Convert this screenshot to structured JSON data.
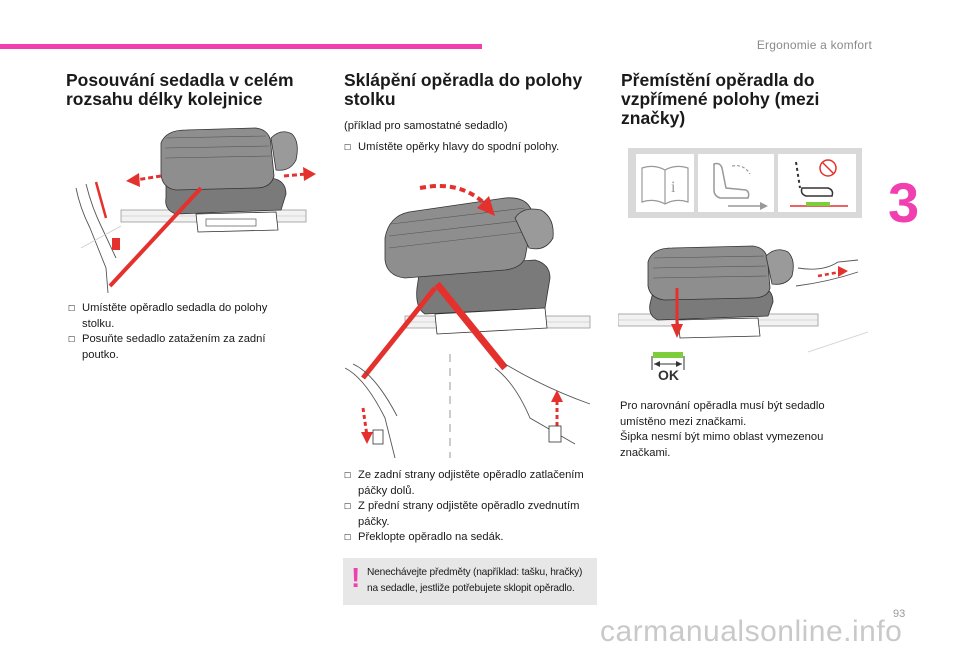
{
  "header": {
    "section": "Ergonomie a komfort",
    "chapter": "3",
    "page_number": "93"
  },
  "watermark": "carmanualsonline.info",
  "col1": {
    "title": "Posouvání sedadla v celém rozsahu délky kolejnice",
    "bullets": [
      "Umístěte opěradlo sedadla do polohy stolku.",
      "Posuňte sedadlo zatažením za zadní poutko."
    ]
  },
  "col2": {
    "title": "Sklápění opěradla do polohy stolku",
    "note": "(příklad pro samostatné sedadlo)",
    "step1": "Umístěte opěrky hlavy do spodní polohy.",
    "bullets": [
      "Ze zadní strany odjistěte opěradlo zatlačením páčky dolů.",
      "Z přední strany odjistěte opěradlo zvednutím páčky.",
      "Překlopte opěradlo na sedák."
    ],
    "warning": "Nenechávejte předměty (například: tašku, hračky) na sedadle, jestliže potřebujete sklopit opěradlo."
  },
  "col3": {
    "title": "Přemístění opěradla do vzpřímené polohy (mezi značky)",
    "paragraph": [
      "Pro narovnání opěradla musí být sedadlo umístěno mezi značkami.",
      "Šipka nesmí být mimo oblast vymezenou značkami."
    ],
    "ok_label": "OK"
  },
  "colors": {
    "accent": "#f23fb0",
    "arrow": "#e4312d",
    "ok_mark": "#7ccf3a"
  },
  "icons": {
    "bullet": "square-bullet-icon",
    "warning": "exclamation-icon"
  }
}
